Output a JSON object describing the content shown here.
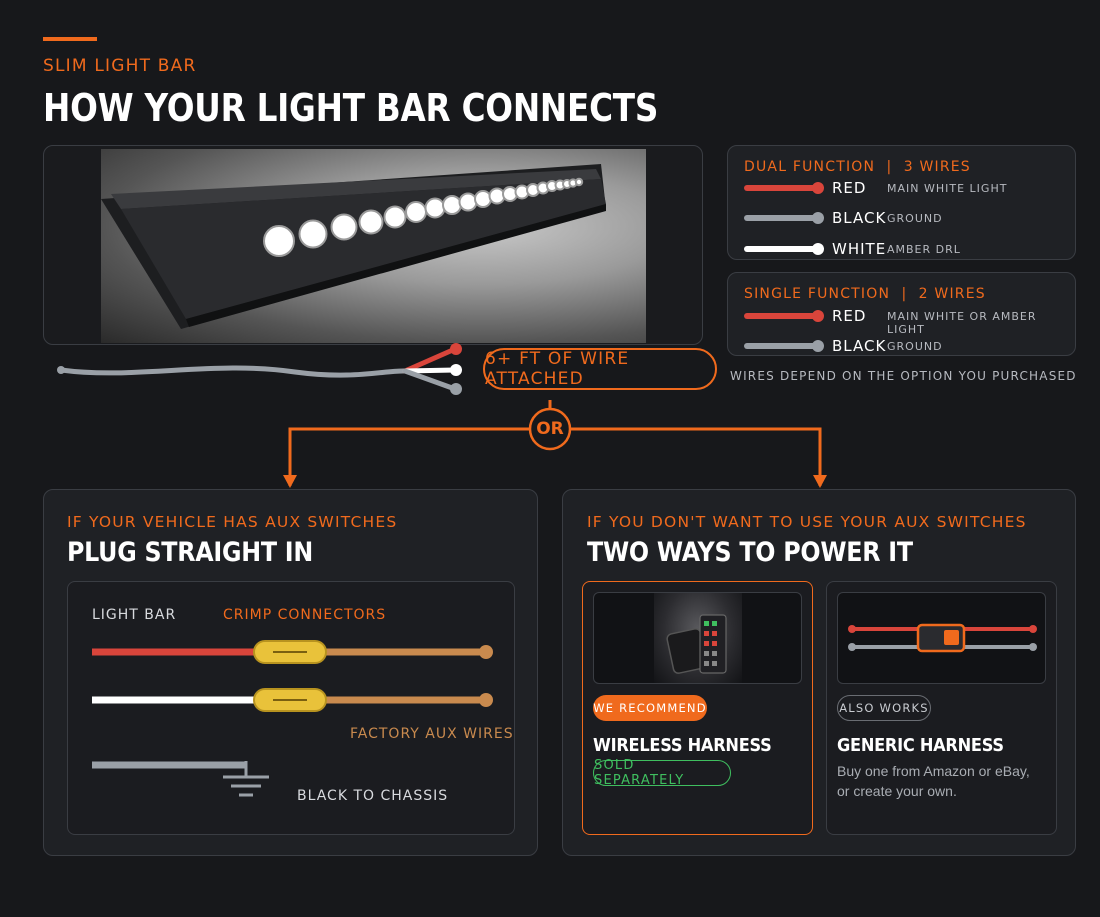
{
  "header": {
    "eyebrow": "SLIM LIGHT BAR",
    "title": "HOW YOUR LIGHT BAR CONNECTS"
  },
  "wire_attached_label": "6+ FT OF WIRE ATTACHED",
  "wires_note": "WIRES DEPEND ON THE OPTION YOU PURCHASED",
  "or_label": "OR",
  "dual": {
    "title": "DUAL FUNCTION  |  3 WIRES",
    "wires": [
      {
        "name": "RED",
        "desc": "MAIN WHITE LIGHT",
        "color": "#d9453b"
      },
      {
        "name": "BLACK",
        "desc": "GROUND",
        "color": "#9aa0a7"
      },
      {
        "name": "WHITE",
        "desc": "AMBER DRL",
        "color": "#ffffff"
      }
    ]
  },
  "single": {
    "title": "SINGLE FUNCTION  |  2 WIRES",
    "wires": [
      {
        "name": "RED",
        "desc": "MAIN WHITE OR AMBER LIGHT",
        "color": "#d9453b"
      },
      {
        "name": "BLACK",
        "desc": "GROUND",
        "color": "#9aa0a7"
      }
    ]
  },
  "left_panel": {
    "eyebrow": "IF YOUR VEHICLE HAS AUX SWITCHES",
    "title": "PLUG STRAIGHT IN",
    "light_bar_label": "LIGHT BAR",
    "crimp_label": "CRIMP CONNECTORS",
    "factory_label": "FACTORY AUX WIRES",
    "chassis_label": "BLACK TO CHASSIS"
  },
  "right_panel": {
    "eyebrow": "IF YOU DON'T WANT TO USE YOUR AUX SWITCHES",
    "title": "TWO WAYS TO POWER IT",
    "wireless": {
      "badge": "WE RECOMMEND",
      "title": "WIRELESS HARNESS",
      "tag": "SOLD SEPARATELY"
    },
    "generic": {
      "badge": "ALSO WORKS",
      "title": "GENERIC HARNESS",
      "desc_line1": "Buy one from Amazon or eBay,",
      "desc_line2": "or create your own."
    }
  },
  "colors": {
    "accent": "#f06a1d",
    "red_wire": "#d9453b",
    "black_wire": "#9aa0a7",
    "white_wire": "#ffffff",
    "connector": "#e9c23a",
    "factory_wire": "#c98a4e",
    "green": "#3fbf5f"
  }
}
